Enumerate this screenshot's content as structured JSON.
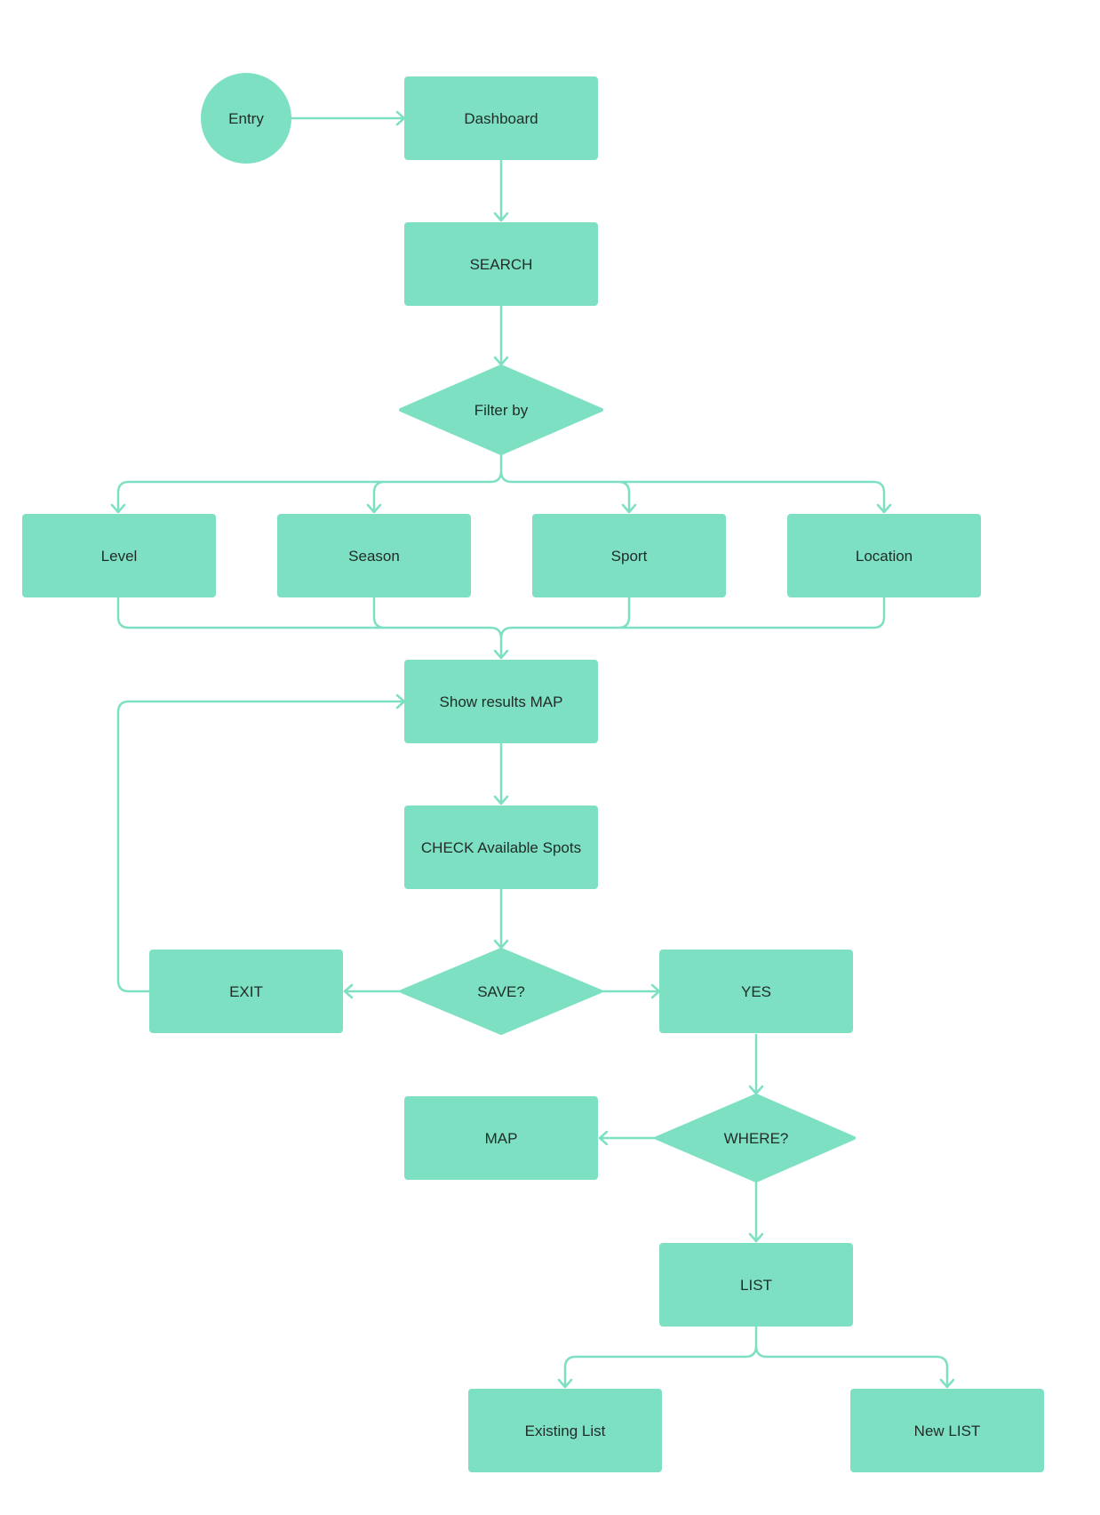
{
  "colors": {
    "node_fill": "#7ee0c2",
    "connector": "#7ee0c2",
    "label_text": "#1f2b2a",
    "background": "#ffffff"
  },
  "nodes": {
    "entry": "Entry",
    "dashboard": "Dashboard",
    "search": "SEARCH",
    "filter_by": "Filter by",
    "level": "Level",
    "season": "Season",
    "sport": "Sport",
    "location": "Location",
    "show_results_map": "Show results MAP",
    "check_available_spots": "CHECK Available Spots",
    "exit": "EXIT",
    "save": "SAVE?",
    "yes": "YES",
    "map": "MAP",
    "where": "WHERE?",
    "list": "LIST",
    "existing_list": "Existing List",
    "new_list": "New LIST"
  }
}
